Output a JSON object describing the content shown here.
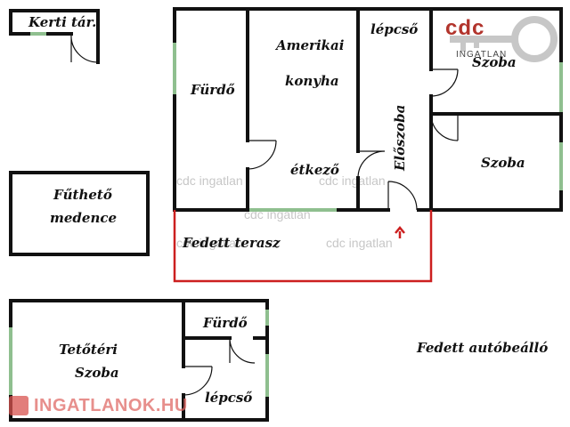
{
  "rooms": {
    "kerti_tar": "Kerti tár.",
    "furdo_main": "Fürdő",
    "amerikai": "Amerikai",
    "konyha": "konyha",
    "lepcso_top": "lépcső",
    "szoba_top": "Szoba",
    "eloszoba": "Előszoba",
    "etkezo": "étkező",
    "szoba_mid": "Szoba",
    "futheto": "Fűthető",
    "medence": "medence",
    "fedett_terasz": "Fedett terasz",
    "furdo_upper": "Fürdő",
    "tetoteri": "Tetőtéri",
    "szoba_upper": "Szoba",
    "lepcso_upper": "lépcső",
    "autobeallo": "Fedett autóbeálló"
  },
  "watermarks": {
    "cdc": "cdc ingatlan"
  },
  "logo": {
    "brand": "cdc",
    "sub": "INGATLAN"
  },
  "footer": {
    "brand": "INGATLANOK.HU"
  },
  "colors": {
    "wall": "#111111",
    "window": "#8fbf8f",
    "terrace": "#cc1f1f",
    "arrow": "#cc1f1f"
  }
}
